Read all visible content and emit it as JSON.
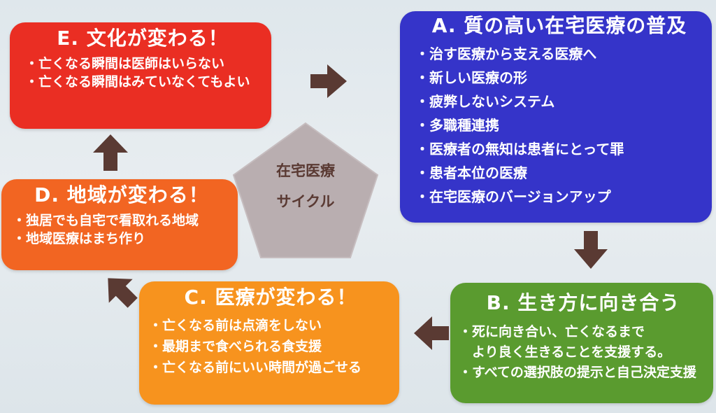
{
  "center": {
    "line1": "在宅医療",
    "line2": "サイクル"
  },
  "boxes": {
    "a": {
      "title": "A. 質の高い在宅医療の普及",
      "items": [
        "・治す医療から支える医療へ",
        "・新しい医療の形",
        "・疲弊しないシステム",
        "・多職種連携",
        "・医療者の無知は患者にとって罪",
        "・患者本位の医療",
        "・在宅医療のバージョンアップ"
      ]
    },
    "b": {
      "title": "B. 生き方に向き合う",
      "items": [
        "・死に向き合い、亡くなるまで",
        "　より良く生きることを支援する。",
        "・すべての選択肢の提示と自己決定支援"
      ]
    },
    "c": {
      "title": "C. 医療が変わる！",
      "items": [
        "・亡くなる前は点滴をしない",
        "・最期まで食べられる食支援",
        "・亡くなる前にいい時間が過ごせる"
      ]
    },
    "d": {
      "title": "D. 地域が変わる！",
      "items": [
        "・独居でも自宅で看取れる地域",
        "・地域医療はまち作り"
      ]
    },
    "e": {
      "title": "E. 文化が変わる！",
      "items": [
        "・亡くなる瞬間は医師はいらない",
        "・亡くなる瞬間はみていなくてもよい"
      ]
    }
  },
  "colors": {
    "a": "#3534c9",
    "b": "#5a9b2f",
    "c": "#f7931e",
    "d": "#f26522",
    "e": "#ea2e23",
    "arrow": "#5a3a33",
    "pentagon": "#b9aeb0",
    "text": "#ffffff"
  }
}
